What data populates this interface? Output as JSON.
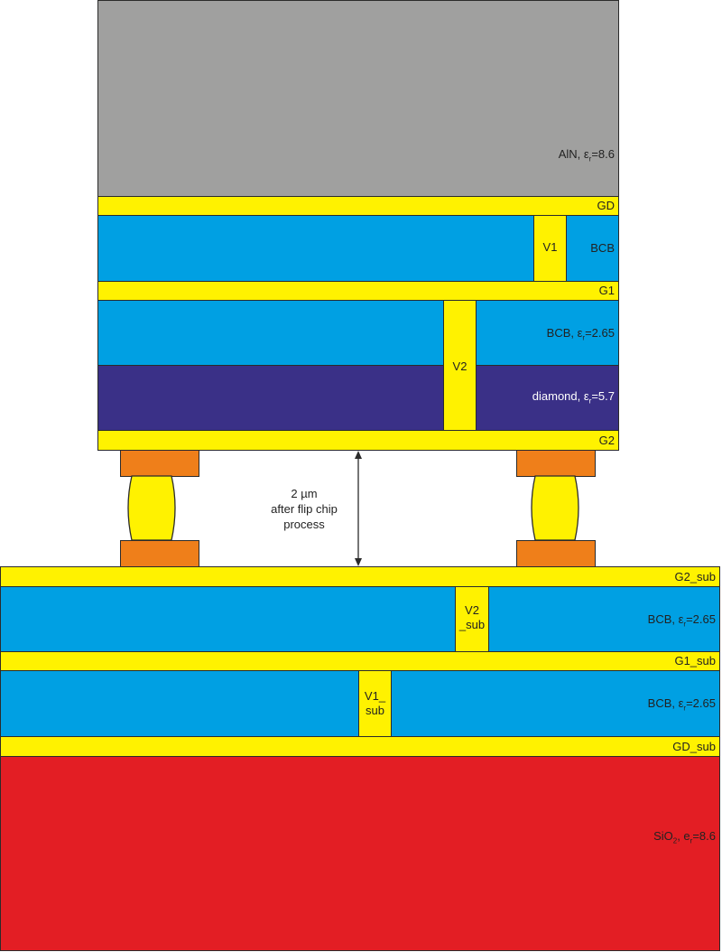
{
  "chip": {
    "aln": {
      "name": "AlN, ",
      "eps": "ε",
      "sub": "r",
      "value": "=8.6"
    },
    "gd": "GD",
    "bcb_top": "BCB",
    "v1": "V1",
    "g1": "G1",
    "bcb_mid": {
      "name": "BCB, ",
      "eps": "ε",
      "sub": "r",
      "value": "=2.65"
    },
    "v2": "V2",
    "diamond": {
      "name": "diamond, ",
      "eps": "ε",
      "sub": "r",
      "value": "=5.7"
    },
    "g2": "G2"
  },
  "gap": {
    "line1": "2 µm",
    "line2": "after flip chip",
    "line3": "process"
  },
  "substrate": {
    "g2_sub": "G2_sub",
    "bcb_upper": {
      "name": "BCB, ",
      "eps": "ε",
      "sub": "r",
      "value": "=2.65"
    },
    "v2_sub": {
      "line1": "V2",
      "line2": "_sub"
    },
    "g1_sub": "G1_sub",
    "bcb_lower": {
      "name": "BCB, ",
      "eps": "ε",
      "sub": "r",
      "value": "=2.65"
    },
    "v1_sub": {
      "line1": "V1_",
      "line2": "sub"
    },
    "gd_sub": "GD_sub",
    "sio2": {
      "name": "SiO",
      "name_sub": "2",
      "sep": ", e",
      "sub": "r",
      "value": "=8.6"
    }
  },
  "colors": {
    "metal": "#fff200",
    "bcb": "#00a0e3",
    "diamond": "#3a3087",
    "aln": "#a0a09f",
    "sio2": "#e31e24",
    "pad": "#ef7f1a"
  }
}
